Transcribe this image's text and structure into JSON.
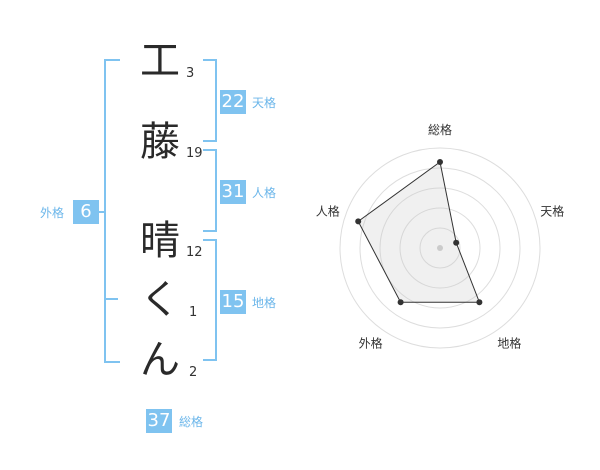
{
  "name": {
    "chars": [
      {
        "char": "工",
        "strokes": "3"
      },
      {
        "char": "藤",
        "strokes": "19"
      },
      {
        "char": "晴",
        "strokes": "12"
      },
      {
        "char": "く",
        "strokes": "1"
      },
      {
        "char": "ん",
        "strokes": "2"
      }
    ]
  },
  "kakusu": {
    "tenkaku": {
      "value": "22",
      "label": "天格"
    },
    "jinkaku": {
      "value": "31",
      "label": "人格"
    },
    "chikaku": {
      "value": "15",
      "label": "地格"
    },
    "gaikaku": {
      "value": "6",
      "label": "外格"
    },
    "soukaku": {
      "value": "37",
      "label": "総格"
    }
  },
  "chart_data": {
    "type": "radar",
    "axes": [
      "総格",
      "天格",
      "地格",
      "外格",
      "人格"
    ],
    "values": [
      0.86,
      0.17,
      0.67,
      0.67,
      0.86
    ],
    "max": 1,
    "rings": 5
  },
  "colors": {
    "accent": "#7fc3f0",
    "label": "#6bb6ea"
  }
}
